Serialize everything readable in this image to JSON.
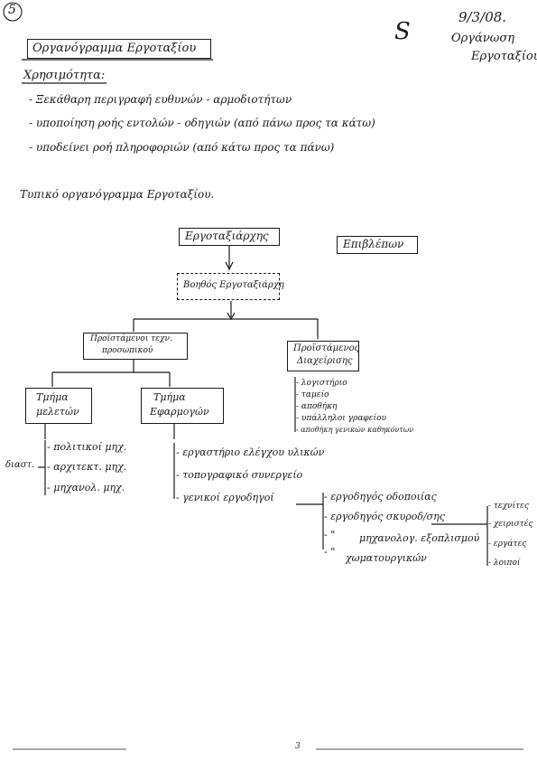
{
  "page": {
    "page_number": "5",
    "date": "9/3/08.",
    "topic_line1": "Οργάνωση",
    "topic_line2": "Εργοταξίου",
    "margin_mark": "S",
    "title": "Οργανόγραμμα Εργοταξίου",
    "uses_heading": "Χρησιμότητα:",
    "uses": [
      "- Ξεκάθαρη περιγραφή ευθυνών - αρμοδιοτήτων",
      "- υποποίηση ροής εντολών - οδηγιών (από πάνω προς τα κάτω)",
      "- υποδείνει ροή πληροφοριών (από κάτω προς τα πάνω)"
    ],
    "typical_heading": "Τυπικό οργανόγραμμα Εργοταξίου.",
    "bottom_page_number": "3"
  },
  "chart": {
    "site_manager": "Εργοταξιάρχης",
    "supervisor": "Επιβλέπων",
    "assistant": "Βοηθός Εργοταξιάρχη",
    "tech_staff_line1": "Προϊστάμενοι τεχν.",
    "tech_staff_line2": "προσωπικού",
    "admin_line1": "Προϊστάμενος",
    "admin_line2": "Διαχείρισης",
    "admin_items": [
      "- λογιστήριο",
      "- ταμείο",
      "- αποθήκη",
      "- υπάλληλοι γραφείου",
      "- αποθήκη γενικών καθηκόντων"
    ],
    "studies_line1": "Τμήμα",
    "studies_line2": "μελετών",
    "studies_side_label": "διαστ.",
    "studies_items": [
      "- πολιτικοί μηχ.",
      "- αρχιτεκτ. μηχ.",
      "- μηχανολ. μηχ."
    ],
    "applications_line1": "Τμήμα",
    "applications_line2": "Εφαρμογών",
    "applications_items": [
      "- εργαστήριο ελέγχου υλικών",
      "- τοπογραφικό συνεργείο",
      "- γενικοί εργοδηγοί"
    ],
    "foremen_items": [
      "- εργοδηγός οδοποιίας",
      "- εργοδηγός σκυροδ/σης",
      "- \"",
      "- \""
    ],
    "foremen_more_line1": "μηχανολογ. εξοπλισμού",
    "foremen_more_line2": "χωματουργικών",
    "workers_items": [
      "- τεχνίτες",
      "- χειριστές",
      "- εργάτες",
      "- λοιποί"
    ]
  }
}
